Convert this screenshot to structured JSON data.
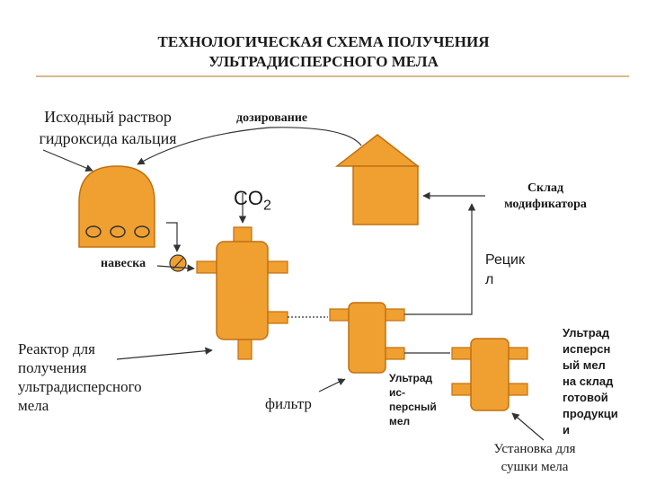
{
  "slide": {
    "title": "ТЕХНОЛОГИЧЕСКАЯ СХЕМА ПОЛУЧЕНИЯ\nУЛЬТРАДИСПЕРСНОГО МЕЛА"
  },
  "labels": {
    "source_solution": "Исходный раствор\nгидроксида кальция",
    "dosing": "дозирование",
    "co2_main": "CO",
    "co2_sub": "2",
    "modifier_store": "Склад\nмодификатора",
    "weighing": "навеска",
    "recycle": "Рецик\nл",
    "reactor": "Реактор для\nполучения\nультрадисперсного\nмела",
    "filter": "фильтр",
    "ultrafine_chalk": "Ультрад\nис-\nперсный\nмел",
    "product_to_warehouse": "Ультрад\nисперсн\nый мел\nна склад\nготовой\nпродукци\nи",
    "dryer": "Установка для\nсушки мела"
  },
  "colors": {
    "equipment_fill": "#f0a030",
    "equipment_stroke": "#c07010",
    "line": "#333333",
    "accent_rule": "#d9b98a"
  }
}
